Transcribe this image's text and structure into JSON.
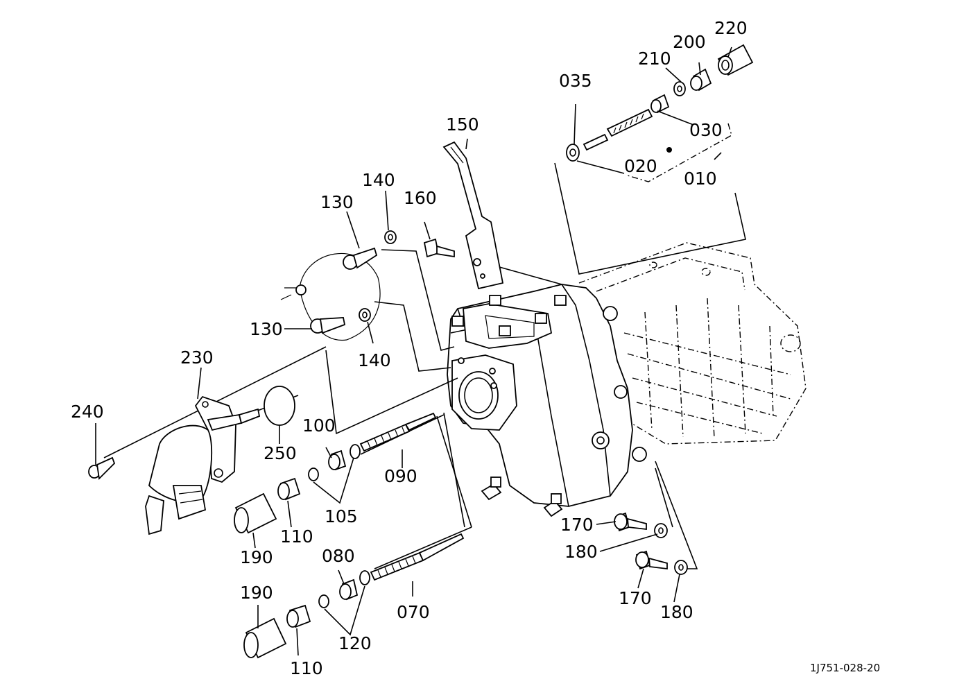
{
  "reference_code": "1J751-028-20",
  "callouts": [
    {
      "id": "p220",
      "text": "220"
    },
    {
      "id": "p210",
      "text": "210"
    },
    {
      "id": "p200",
      "text": "200"
    },
    {
      "id": "p035",
      "text": "035"
    },
    {
      "id": "p030",
      "text": "030"
    },
    {
      "id": "p020",
      "text": "020"
    },
    {
      "id": "p010",
      "text": "010"
    },
    {
      "id": "p150",
      "text": "150"
    },
    {
      "id": "p160",
      "text": "160"
    },
    {
      "id": "p140a",
      "text": "140"
    },
    {
      "id": "p130a",
      "text": "130"
    },
    {
      "id": "p130b",
      "text": "130"
    },
    {
      "id": "p140b",
      "text": "140"
    },
    {
      "id": "p230",
      "text": "230"
    },
    {
      "id": "p240",
      "text": "240"
    },
    {
      "id": "p250",
      "text": "250"
    },
    {
      "id": "p100",
      "text": "100"
    },
    {
      "id": "p090",
      "text": "090"
    },
    {
      "id": "p105",
      "text": "105"
    },
    {
      "id": "p110a",
      "text": "110"
    },
    {
      "id": "p190a",
      "text": "190"
    },
    {
      "id": "p080",
      "text": "080"
    },
    {
      "id": "p070",
      "text": "070"
    },
    {
      "id": "p120",
      "text": "120"
    },
    {
      "id": "p190b",
      "text": "190"
    },
    {
      "id": "p110b",
      "text": "110"
    },
    {
      "id": "p170a",
      "text": "170"
    },
    {
      "id": "p180a",
      "text": "180"
    },
    {
      "id": "p170b",
      "text": "170"
    },
    {
      "id": "p180b",
      "text": "180"
    }
  ]
}
